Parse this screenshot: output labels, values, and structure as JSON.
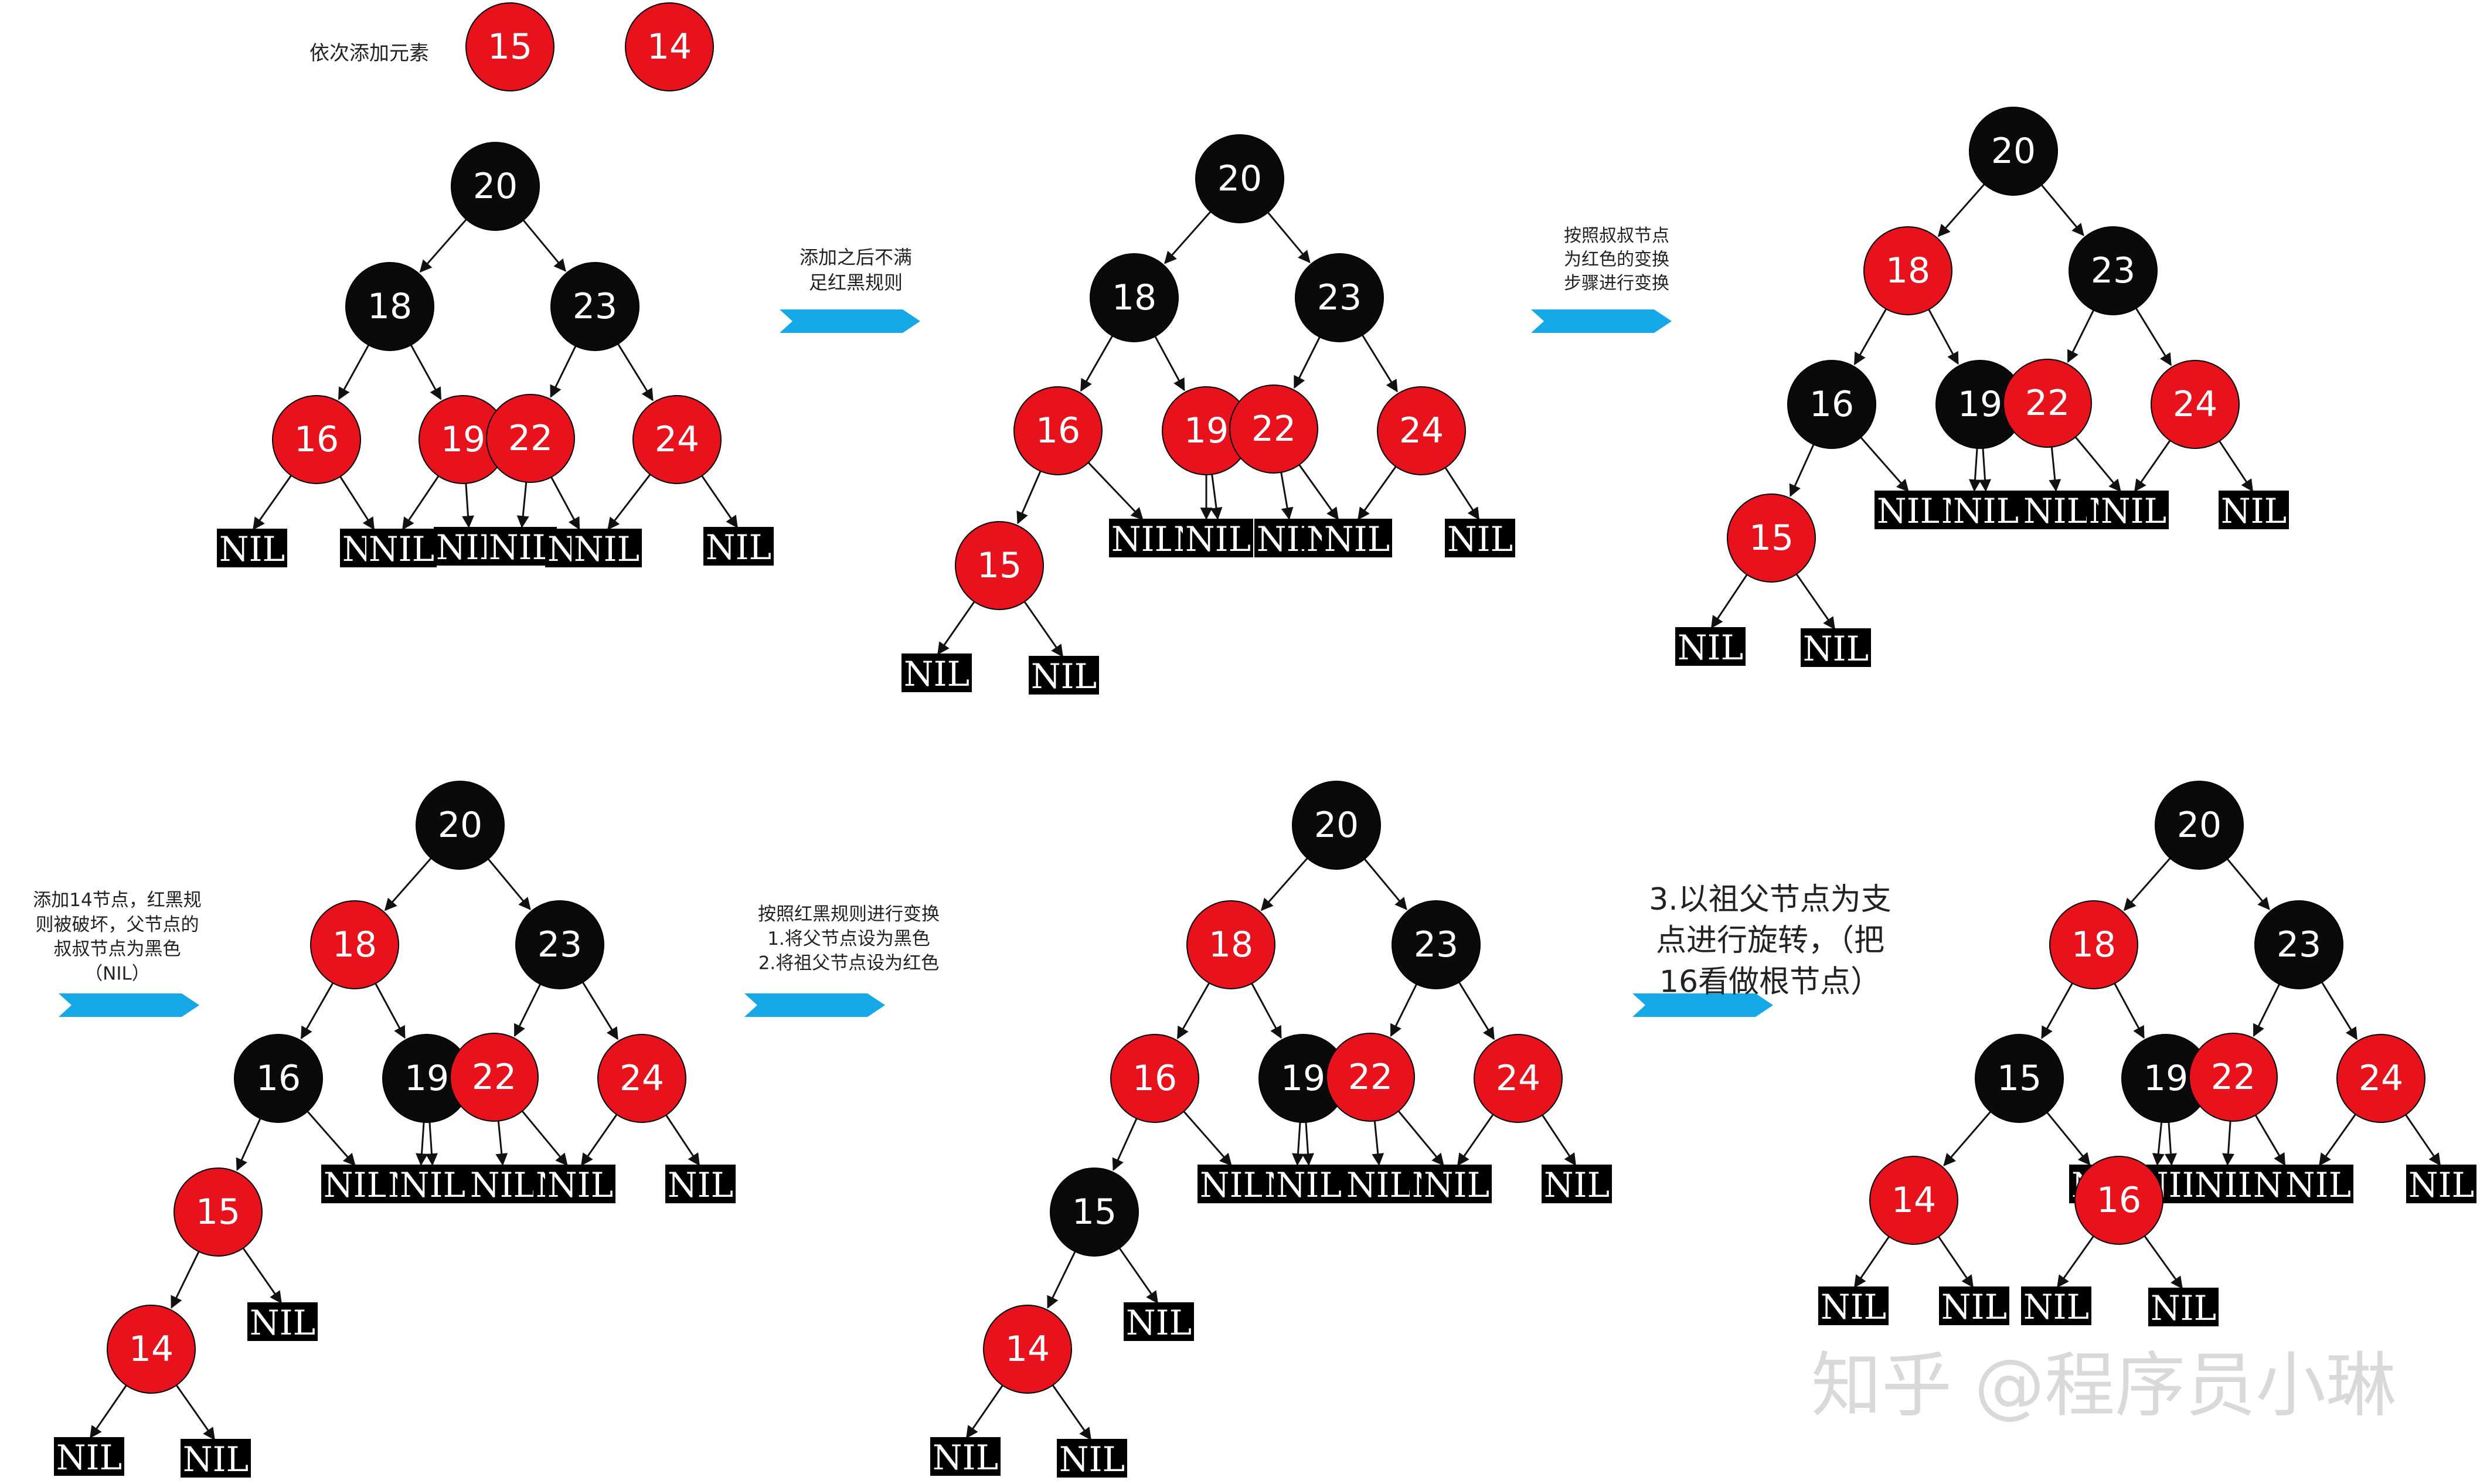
{
  "colors": {
    "red_node": "#e8121c",
    "black_node": "#0a0a0a",
    "nil_box": "#000000",
    "arrow": "#14a9e6",
    "edge": "#111111",
    "watermark": "#d9d9d9"
  },
  "nil_label": "NIL",
  "watermark": "知乎 @程序员小琳",
  "notes": [
    {
      "id": "add-order",
      "lines": [
        "依次添加元素"
      ]
    },
    {
      "id": "after-add",
      "lines": [
        "添加之后不满",
        "足红黑规则"
      ]
    },
    {
      "id": "uncle-recolor",
      "lines": [
        "按照叔叔节点",
        "为红色的变换",
        "步骤进行变换"
      ]
    },
    {
      "id": "add-14",
      "lines": [
        "添加14节点，红黑规",
        "则被破坏，父节点的",
        "叔叔节点为黑色",
        "（NIL）"
      ]
    },
    {
      "id": "transform-steps",
      "lines": [
        "按照红黑规则进行变换",
        "1.将父节点设为黑色",
        "2.将祖父节点设为红色"
      ]
    },
    {
      "id": "rotate-step",
      "lines": [
        "3.以祖父节点为支",
        "点进行旋转，（把",
        "16看做根节点）"
      ]
    }
  ],
  "pending_nodes": [
    {
      "value": "15",
      "color": "red"
    },
    {
      "value": "14",
      "color": "red"
    }
  ],
  "trees": [
    {
      "id": "step-1",
      "nodes": [
        {
          "value": "20",
          "color": "black"
        },
        {
          "value": "18",
          "color": "black"
        },
        {
          "value": "23",
          "color": "black"
        },
        {
          "value": "16",
          "color": "red"
        },
        {
          "value": "19",
          "color": "red"
        },
        {
          "value": "22",
          "color": "red"
        },
        {
          "value": "24",
          "color": "red"
        }
      ]
    },
    {
      "id": "step-2",
      "nodes": [
        {
          "value": "20",
          "color": "black"
        },
        {
          "value": "18",
          "color": "black"
        },
        {
          "value": "23",
          "color": "black"
        },
        {
          "value": "16",
          "color": "red"
        },
        {
          "value": "19",
          "color": "red"
        },
        {
          "value": "22",
          "color": "red"
        },
        {
          "value": "24",
          "color": "red"
        },
        {
          "value": "15",
          "color": "red"
        }
      ]
    },
    {
      "id": "step-3",
      "nodes": [
        {
          "value": "20",
          "color": "black"
        },
        {
          "value": "18",
          "color": "red"
        },
        {
          "value": "23",
          "color": "black"
        },
        {
          "value": "16",
          "color": "black"
        },
        {
          "value": "19",
          "color": "black"
        },
        {
          "value": "22",
          "color": "red"
        },
        {
          "value": "24",
          "color": "red"
        },
        {
          "value": "15",
          "color": "red"
        }
      ]
    },
    {
      "id": "step-4",
      "nodes": [
        {
          "value": "20",
          "color": "black"
        },
        {
          "value": "18",
          "color": "red"
        },
        {
          "value": "23",
          "color": "black"
        },
        {
          "value": "16",
          "color": "black"
        },
        {
          "value": "19",
          "color": "black"
        },
        {
          "value": "22",
          "color": "red"
        },
        {
          "value": "24",
          "color": "red"
        },
        {
          "value": "15",
          "color": "red"
        },
        {
          "value": "14",
          "color": "red"
        }
      ]
    },
    {
      "id": "step-5",
      "nodes": [
        {
          "value": "20",
          "color": "black"
        },
        {
          "value": "18",
          "color": "red"
        },
        {
          "value": "23",
          "color": "black"
        },
        {
          "value": "16",
          "color": "red"
        },
        {
          "value": "19",
          "color": "black"
        },
        {
          "value": "22",
          "color": "red"
        },
        {
          "value": "24",
          "color": "red"
        },
        {
          "value": "15",
          "color": "black"
        },
        {
          "value": "14",
          "color": "red"
        }
      ]
    },
    {
      "id": "step-6",
      "nodes": [
        {
          "value": "20",
          "color": "black"
        },
        {
          "value": "18",
          "color": "red"
        },
        {
          "value": "23",
          "color": "black"
        },
        {
          "value": "15",
          "color": "black"
        },
        {
          "value": "19",
          "color": "black"
        },
        {
          "value": "22",
          "color": "red"
        },
        {
          "value": "24",
          "color": "red"
        },
        {
          "value": "14",
          "color": "red"
        },
        {
          "value": "16",
          "color": "red"
        }
      ]
    }
  ]
}
